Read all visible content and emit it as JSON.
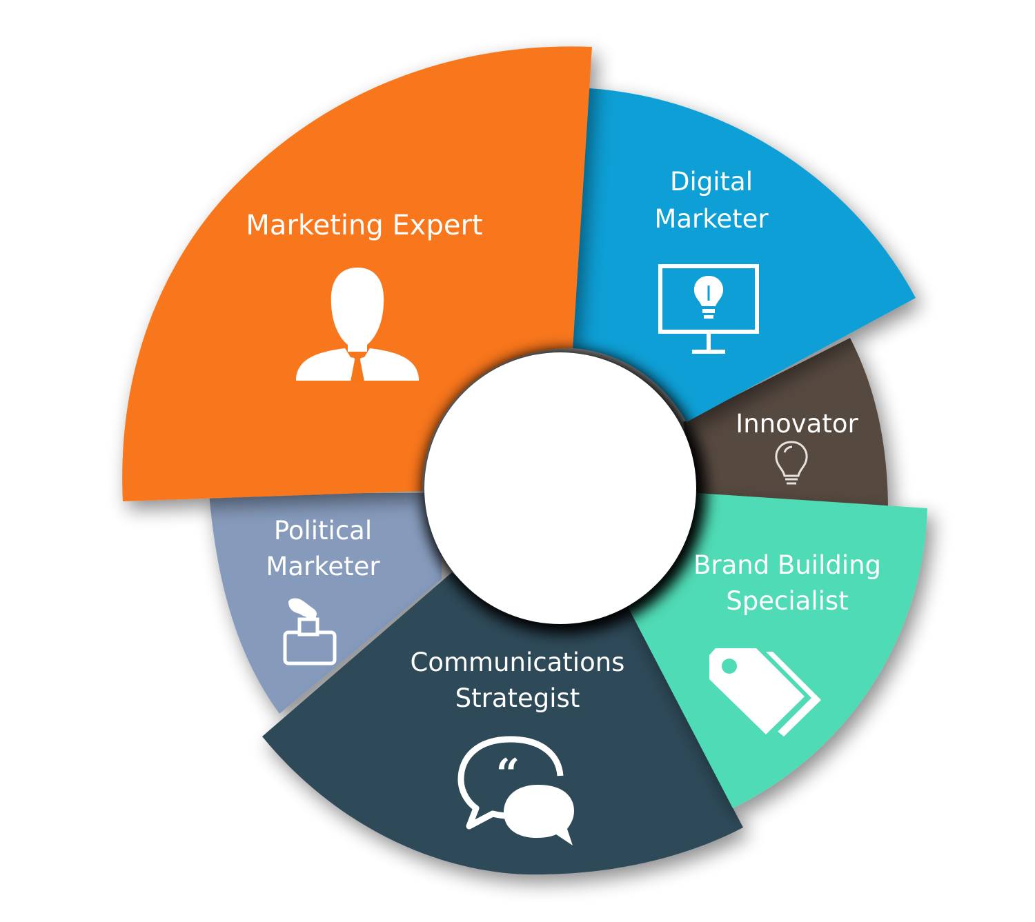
{
  "segments": [
    {
      "id": "marketing-expert",
      "color": "#F8761A",
      "lines": [
        "Marketing Expert"
      ],
      "icon": "businessman-icon"
    },
    {
      "id": "digital-marketer",
      "color": "#0C9FD6",
      "lines": [
        "Digital",
        "Marketer"
      ],
      "icon": "monitor-lightbulb-icon"
    },
    {
      "id": "innovator",
      "color": "#574840",
      "lines": [
        "Innovator"
      ],
      "icon": "lightbulb-icon"
    },
    {
      "id": "brand-building-specialist",
      "color": "#4FDBB5",
      "lines": [
        "Brand Building",
        "Specialist"
      ],
      "icon": "price-tags-icon"
    },
    {
      "id": "communications-strategist",
      "color": "#2F4859",
      "lines": [
        "Communications",
        "Strategist"
      ],
      "icon": "speech-bubbles-icon"
    },
    {
      "id": "political-marketer",
      "color": "#869BBC",
      "lines": [
        "Political",
        "Marketer"
      ],
      "icon": "ballot-box-icon"
    }
  ]
}
